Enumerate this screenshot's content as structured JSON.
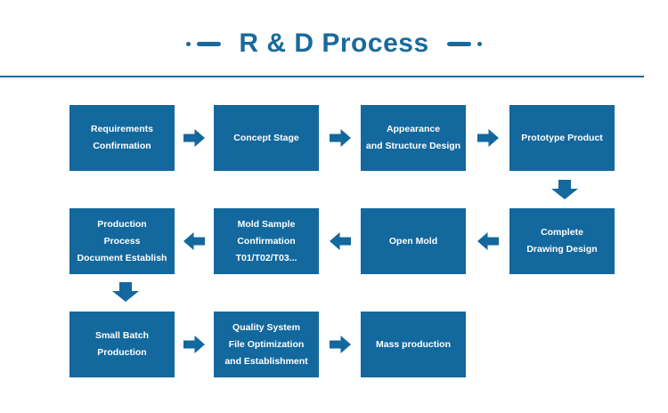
{
  "title": {
    "text": "R & D Process"
  },
  "colors": {
    "primary": "#13689d",
    "title_accent": "#1a6a9c",
    "divider": "#1a6a9c",
    "box_text": "#ffffff",
    "background": "#ffffff"
  },
  "steps": [
    {
      "id": "requirements-confirmation",
      "label": "Requirements\nConfirmation"
    },
    {
      "id": "concept-stage",
      "label": "Concept Stage"
    },
    {
      "id": "appearance-structure-design",
      "label": "Appearance\nand Structure Design"
    },
    {
      "id": "prototype-product",
      "label": "Prototype Product"
    },
    {
      "id": "complete-drawing-design",
      "label": "Complete\nDrawing Design"
    },
    {
      "id": "open-mold",
      "label": "Open Mold"
    },
    {
      "id": "mold-sample-confirmation",
      "label": "Mold Sample\nConfirmation\nT01/T02/T03..."
    },
    {
      "id": "production-process-document-establish",
      "label": "Production\nProcess\nDocument Establish"
    },
    {
      "id": "small-batch-production",
      "label": "Small Batch\nProduction"
    },
    {
      "id": "quality-system-file-optimization",
      "label": "Quality System\nFile Optimization\nand Establishment"
    },
    {
      "id": "mass-production",
      "label": "Mass production"
    }
  ],
  "flow_arrows": [
    {
      "direction": "right",
      "from": "Requirements Confirmation",
      "to": "Concept Stage"
    },
    {
      "direction": "right",
      "from": "Concept Stage",
      "to": "Appearance and Structure Design"
    },
    {
      "direction": "right",
      "from": "Appearance and Structure Design",
      "to": "Prototype Product"
    },
    {
      "direction": "down",
      "from": "Prototype Product",
      "to": "Complete Drawing Design"
    },
    {
      "direction": "left",
      "from": "Complete Drawing Design",
      "to": "Open Mold"
    },
    {
      "direction": "left",
      "from": "Open Mold",
      "to": "Mold Sample Confirmation T01/T02/T03...",
      "note": ""
    },
    {
      "direction": "left",
      "from": "Mold Sample Confirmation T01/T02/T03...",
      "to": "Production Process Document Establish"
    },
    {
      "direction": "down",
      "from": "Production Process Document Establish",
      "to": "Small Batch Production"
    },
    {
      "direction": "right",
      "from": "Small Batch Production",
      "to": "Quality System File Optimization and Establishment"
    },
    {
      "direction": "right",
      "from": "Quality System File Optimization and Establishment",
      "to": "Mass production"
    }
  ]
}
